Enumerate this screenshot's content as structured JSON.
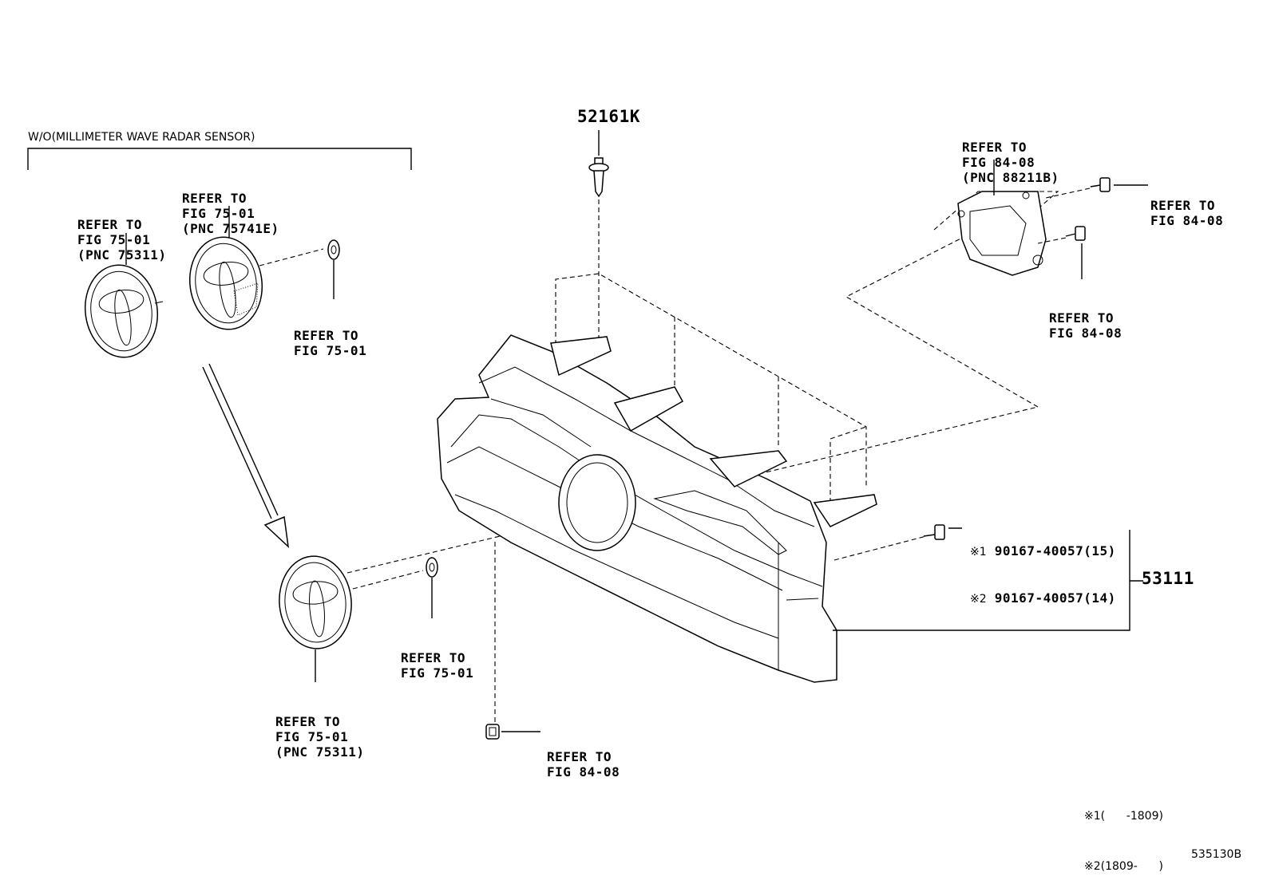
{
  "group_label": "W/O(MILLIMETER WAVE RADAR SENSOR)",
  "part_numbers": {
    "clip": "52161K",
    "grille": "53111"
  },
  "screw_callout": {
    "line1_mark": "※1",
    "line1_part": "90167-40057(15)",
    "line2_mark": "※2",
    "line2_part": "90167-40057(14)"
  },
  "refs": {
    "emblem_top_left": [
      "REFER TO",
      "FIG 75-01",
      "(PNC 75311)"
    ],
    "emblem_top_mid": [
      "REFER TO",
      "FIG 75-01",
      "(PNC 75741E)"
    ],
    "nut_top": [
      "REFER TO",
      "FIG 75-01"
    ],
    "sensor": [
      "REFER TO",
      "FIG 84-08",
      "(PNC 88211B)"
    ],
    "sensor_bolt_upper": [
      "REFER TO",
      "FIG 84-08"
    ],
    "sensor_bolt_lower": [
      "REFER TO",
      "FIG 84-08"
    ],
    "nut_bottom": [
      "REFER TO",
      "FIG 75-01"
    ],
    "emblem_bottom": [
      "REFER TO",
      "FIG 75-01",
      "(PNC 75311)"
    ],
    "clip_bottom": [
      "REFER TO",
      "FIG 84-08"
    ]
  },
  "footnotes": [
    {
      "mark": "※1",
      "range": "(      -1809)"
    },
    {
      "mark": "※2",
      "range": "(1809-      )"
    }
  ],
  "figure_code": "535130B",
  "icons": [
    "toyota-emblem-icon",
    "push-clip-icon",
    "bolt-icon",
    "nut-icon",
    "radar-sensor-icon",
    "grille-icon"
  ]
}
